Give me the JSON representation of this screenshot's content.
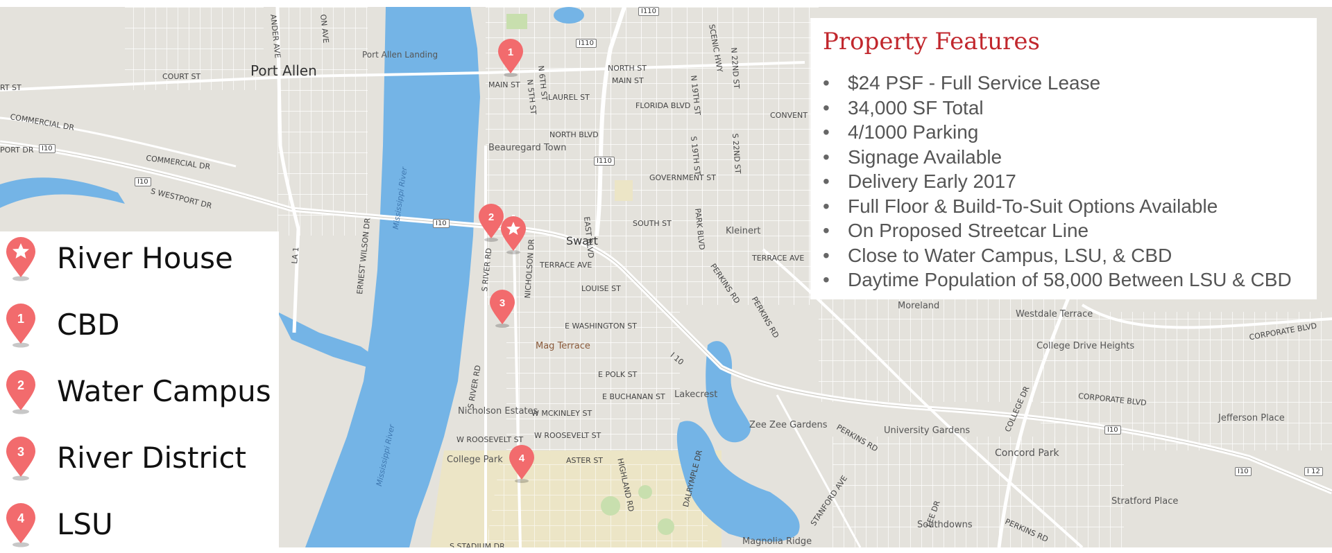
{
  "map": {
    "places": {
      "port_allen": "Port Allen",
      "port_allen_landing": "Port Allen Landing",
      "beauregard_town": "Beauregard Town",
      "swart": "Swart",
      "kleinert": "Kleinert",
      "mag_terrace": "Mag Terrace",
      "moreland": "Moreland",
      "westdale_terrace": "Westdale Terrace",
      "college_drive_heights": "College Drive Heights",
      "lakecrest": "Lakecrest",
      "nicholson_estates": "Nicholson Estates",
      "college_park": "College Park",
      "zee_zee_gardens": "Zee Zee Gardens",
      "university_gardens": "University Gardens",
      "concord_park": "Concord Park",
      "jefferson_place": "Jefferson Place",
      "stratford_place": "Stratford Place",
      "southdowns": "Southdowns",
      "magnolia_ridge": "Magnolia Ridge"
    },
    "water": {
      "mississippi_1": "Mississippi River",
      "mississippi_2": "Mississippi River"
    },
    "roads": {
      "court_st_west": "RT ST",
      "court_st": "COURT ST",
      "commercial_dr_1": "COMMERCIAL DR",
      "commercial_dr_2": "COMMERCIAL DR",
      "port_dr": "PORT DR",
      "s_westport_dr": "S WESTPORT DR",
      "ernest_wilson_dr": "ERNEST WILSON DR",
      "la1": "LA 1",
      "main_st_1": "MAIN ST",
      "main_st_2": "MAIN ST",
      "north_st": "NORTH ST",
      "laurel_st": "LAUREL ST",
      "florida_blvd": "FLORIDA BLVD",
      "convention": "CONVENT",
      "north_blvd": "NORTH BLVD",
      "government_st": "GOVERNMENT ST",
      "south_st": "SOUTH ST",
      "terrace_ave_1": "TERRACE AVE",
      "terrace_ave_2": "TERRACE AVE",
      "louise_st": "LOUISE ST",
      "e_washington_st": "E WASHINGTON ST",
      "e_polk_st": "E POLK ST",
      "e_buchanan_st": "E BUCHANAN ST",
      "w_mckinley_st": "W MCKINLEY ST",
      "w_roosevelt_st_1": "W ROOSEVELT ST",
      "w_roosevelt_st_2": "W ROOSEVELT ST",
      "aster_st": "ASTER ST",
      "s_stadium_dr": "S STADIUM DR",
      "s_river_rd_1": "S RIVER RD",
      "s_river_rd_2": "S RIVER RD",
      "nicholson_dr": "NICHOLSON DR",
      "east_blvd": "EAST BLVD",
      "highland_rd": "HIGHLAND RD",
      "dalrymple_dr": "DALRYMPLE DR",
      "park_blvd": "PARK BLVD",
      "perkins_rd_1": "PERKINS RD",
      "perkins_rd_2": "PERKINS RD",
      "perkins_rd_3": "PERKINS RD",
      "perkins_rd_4": "PERKINS RD",
      "s_19th_st": "S 19TH ST",
      "n_19th_st": "N 19TH ST",
      "s_22nd_st": "S 22ND ST",
      "n_22nd_st": "N 22ND ST",
      "n_6th_st": "N 6TH ST",
      "n_5th_st": "N 5TH ST",
      "scenic_hwy": "SCENIC HWY",
      "stanford_ave": "STANFORD AVE",
      "lee_dr": "LEE DR",
      "college_dr": "COLLEGE DR",
      "corporate_blvd_1": "CORPORATE BLVD",
      "corporate_blvd_2": "CORPORATE BLVD",
      "i10_label": "I 10",
      "ander_ave": "ANDER AVE",
      "on_ave": "ON AVE"
    },
    "shields": {
      "i110_top": "I110",
      "i110_mid": "I110",
      "i110_lower": "I110",
      "i10_a": "I10",
      "i10_b": "I10",
      "i10_c": "I10",
      "i10_d": "I10",
      "i10_e": "I10",
      "i12": "I 12"
    },
    "pin_labels": {
      "p1": "1",
      "p2": "2",
      "p3": "3",
      "p4": "4"
    },
    "colors": {
      "pin": "#f26b6d",
      "water": "#74b4e6",
      "land": "#e4e2dc",
      "road": "#ffffff"
    }
  },
  "legend": {
    "items": [
      {
        "icon": "star-pin-icon",
        "label": "River House"
      },
      {
        "icon": "pin-1-icon",
        "badge": "1",
        "label": "CBD"
      },
      {
        "icon": "pin-2-icon",
        "badge": "2",
        "label": "Water Campus"
      },
      {
        "icon": "pin-3-icon",
        "badge": "3",
        "label": "River District"
      },
      {
        "icon": "pin-4-icon",
        "badge": "4",
        "label": "LSU"
      }
    ]
  },
  "features": {
    "title": "Property Features",
    "title_color": "#c1272d",
    "items": [
      "$24 PSF - Full Service Lease",
      "34,000 SF Total",
      "4/1000 Parking",
      "Signage Available",
      "Delivery Early 2017",
      "Full Floor & Build-To-Suit Options Available",
      "On Proposed Streetcar Line",
      "Close to Water Campus, LSU, & CBD",
      "Daytime Population of 58,000 Between LSU & CBD"
    ]
  }
}
